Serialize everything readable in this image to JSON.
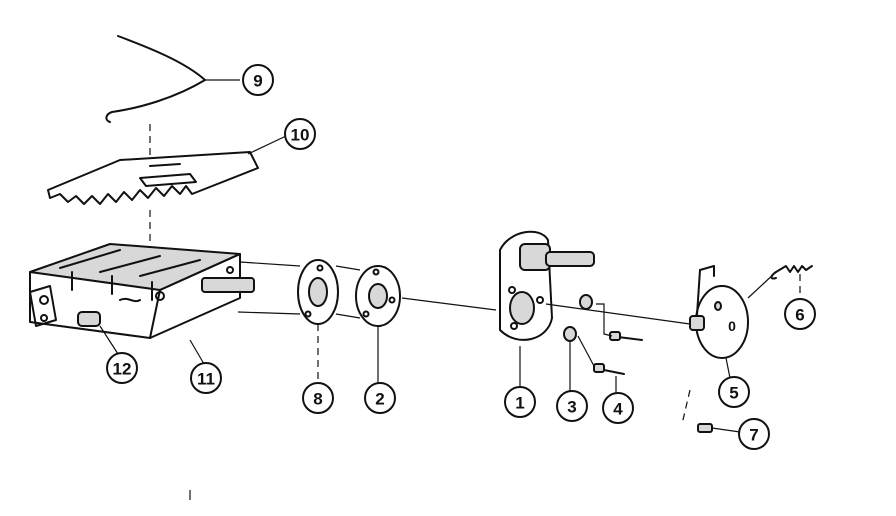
{
  "diagram": {
    "callouts": [
      {
        "id": "1",
        "label": "1"
      },
      {
        "id": "2",
        "label": "2"
      },
      {
        "id": "3",
        "label": "3"
      },
      {
        "id": "4",
        "label": "4"
      },
      {
        "id": "5",
        "label": "5"
      },
      {
        "id": "6",
        "label": "6"
      },
      {
        "id": "7",
        "label": "7"
      },
      {
        "id": "8",
        "label": "8"
      },
      {
        "id": "9",
        "label": "9"
      },
      {
        "id": "10",
        "label": "10"
      },
      {
        "id": "11",
        "label": "11"
      },
      {
        "id": "12",
        "label": "12"
      }
    ],
    "part_face_mark": "0"
  }
}
